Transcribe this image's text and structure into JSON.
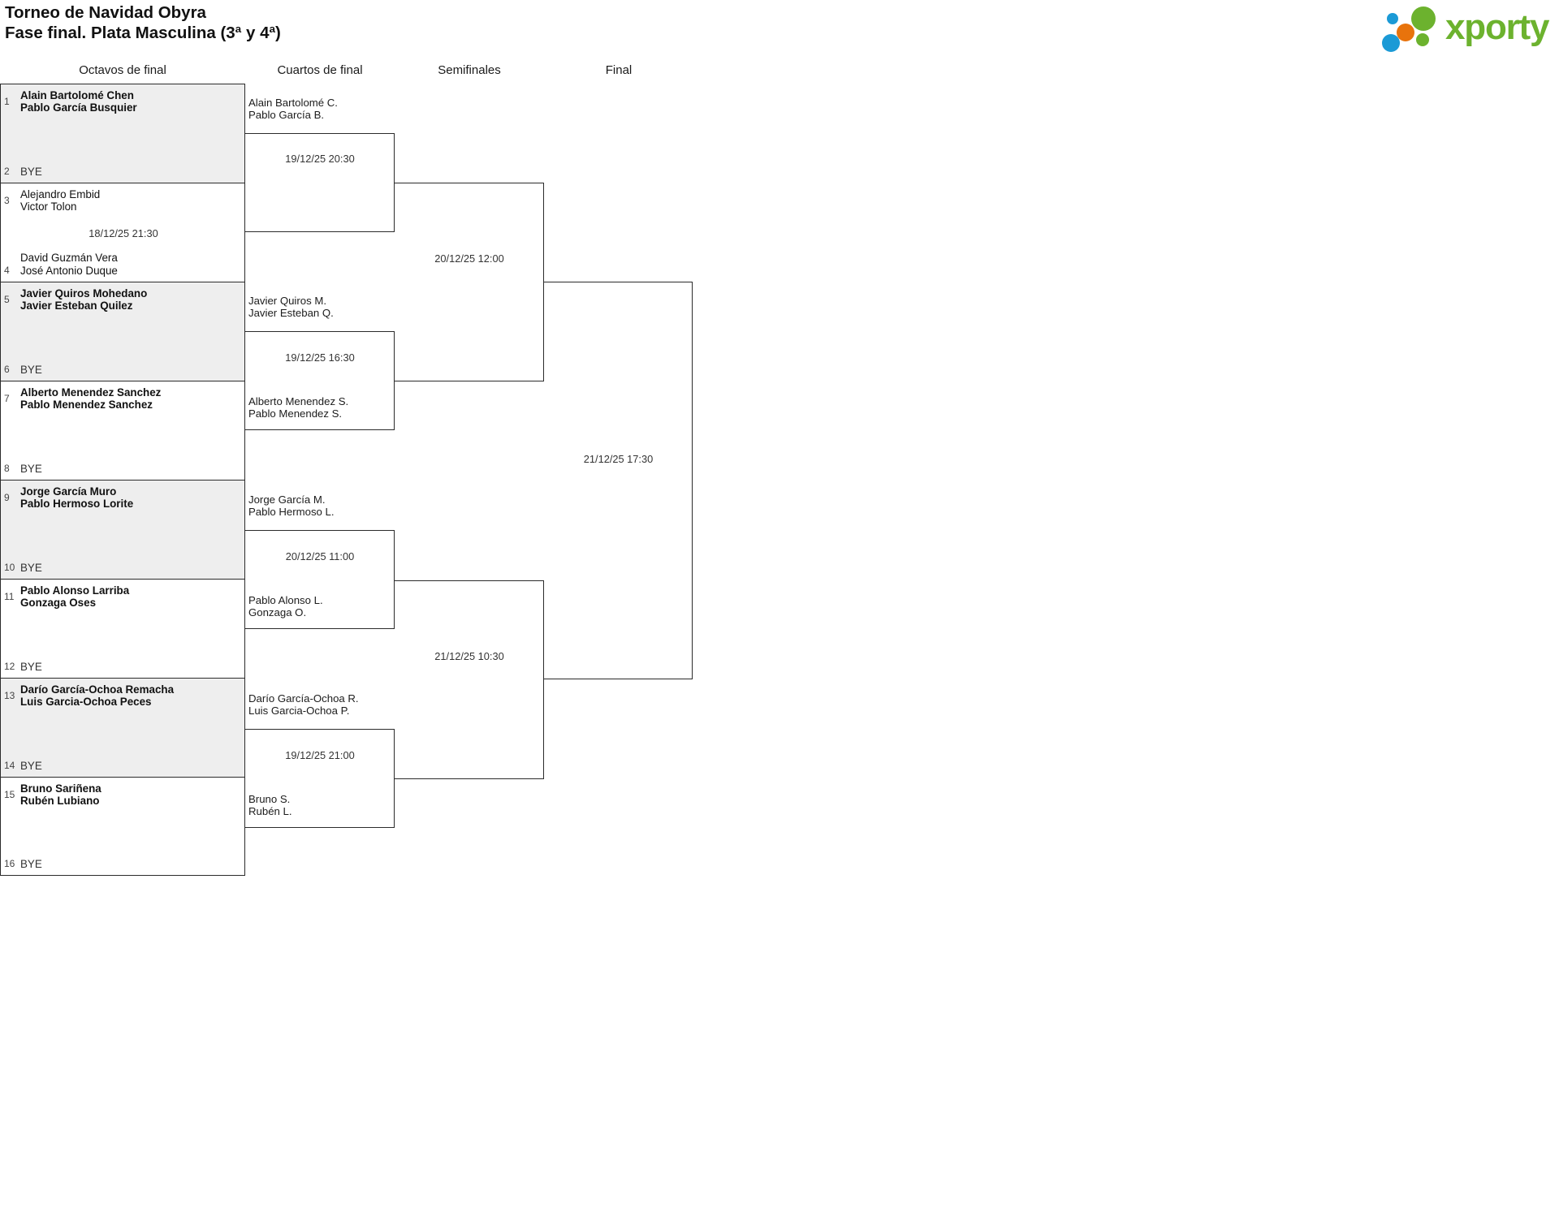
{
  "header": {
    "title_line1": "Torneo de Navidad Obyra",
    "title_line2": "Fase final. Plata Masculina (3ª y 4ª)",
    "logo_text": "xporty",
    "logo_colors": {
      "green": "#6cb22e",
      "orange": "#e8730c",
      "blue": "#1b9ad6"
    }
  },
  "rounds": [
    {
      "label": "Octavos de final"
    },
    {
      "label": "Cuartos de final"
    },
    {
      "label": "Semifinales"
    },
    {
      "label": "Final"
    }
  ],
  "round1": {
    "matches": [
      {
        "shaded": true,
        "bold": true,
        "date": "",
        "top": {
          "seed": "1",
          "bye": false,
          "p1": "Alain Bartolomé Chen",
          "p2": "Pablo García Busquier"
        },
        "bottom": {
          "seed": "2",
          "bye": true,
          "bye_label": "BYE"
        }
      },
      {
        "shaded": false,
        "bold": false,
        "date": "18/12/25 21:30",
        "top": {
          "seed": "3",
          "bye": false,
          "p1": "Alejandro Embid",
          "p2": "Victor Tolon"
        },
        "bottom": {
          "seed": "4",
          "bye": false,
          "p1": "David Guzmán Vera",
          "p2": "José Antonio Duque"
        }
      },
      {
        "shaded": true,
        "bold": true,
        "date": "",
        "top": {
          "seed": "5",
          "bye": false,
          "p1": "Javier Quiros Mohedano",
          "p2": "Javier Esteban Quilez"
        },
        "bottom": {
          "seed": "6",
          "bye": true,
          "bye_label": "BYE"
        }
      },
      {
        "shaded": false,
        "bold": true,
        "date": "",
        "top": {
          "seed": "7",
          "bye": false,
          "p1": "Alberto Menendez Sanchez",
          "p2": "Pablo Menendez Sanchez"
        },
        "bottom": {
          "seed": "8",
          "bye": true,
          "bye_label": "BYE"
        }
      },
      {
        "shaded": true,
        "bold": true,
        "date": "",
        "top": {
          "seed": "9",
          "bye": false,
          "p1": "Jorge García Muro",
          "p2": "Pablo Hermoso Lorite"
        },
        "bottom": {
          "seed": "10",
          "bye": true,
          "bye_label": "BYE"
        }
      },
      {
        "shaded": false,
        "bold": true,
        "date": "",
        "top": {
          "seed": "11",
          "bye": false,
          "p1": "Pablo Alonso Larriba",
          "p2": "Gonzaga Oses"
        },
        "bottom": {
          "seed": "12",
          "bye": true,
          "bye_label": "BYE"
        }
      },
      {
        "shaded": true,
        "bold": true,
        "date": "",
        "top": {
          "seed": "13",
          "bye": false,
          "p1": "Darío García-Ochoa Remacha",
          "p2": "Luis Garcia-Ochoa Peces"
        },
        "bottom": {
          "seed": "14",
          "bye": true,
          "bye_label": "BYE"
        }
      },
      {
        "shaded": false,
        "bold": true,
        "date": "",
        "top": {
          "seed": "15",
          "bye": false,
          "p1": "Bruno Sariñena",
          "p2": "Rubén Lubiano"
        },
        "bottom": {
          "seed": "16",
          "bye": true,
          "bye_label": "BYE"
        }
      }
    ]
  },
  "round2": {
    "matches": [
      {
        "p1": "Alain Bartolomé C.",
        "p2": "Pablo García B.",
        "date": "19/12/25 20:30"
      },
      {
        "p1": "Javier Quiros M.",
        "p2": "Javier Esteban Q.",
        "date": "19/12/25 16:30"
      },
      {
        "p1": "Jorge García M.",
        "p2": "Pablo Hermoso L.",
        "date": "20/12/25 11:00"
      },
      {
        "p1": "Darío García-Ochoa R.",
        "p2": "Luis Garcia-Ochoa P.",
        "date": "19/12/25 21:00"
      }
    ],
    "losers": [
      {
        "p1": "Alberto Menendez S.",
        "p2": "Pablo Menendez S."
      },
      {
        "p1": "Pablo Alonso L.",
        "p2": "Gonzaga O."
      },
      {
        "p1": "Bruno S.",
        "p2": "Rubén L."
      }
    ]
  },
  "round3": {
    "matches": [
      {
        "date": "20/12/25 12:00"
      },
      {
        "date": "21/12/25 10:30"
      }
    ]
  },
  "round4": {
    "matches": [
      {
        "date": "21/12/25 17:30"
      }
    ]
  }
}
